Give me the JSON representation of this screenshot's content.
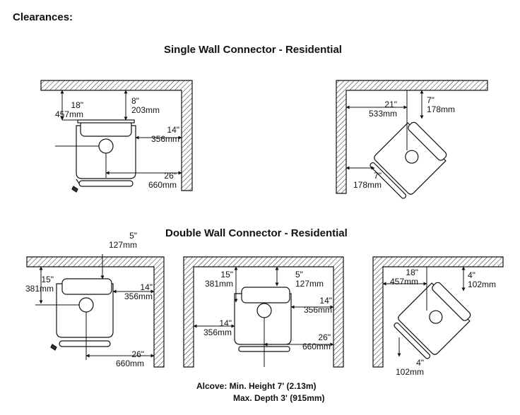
{
  "title": "Clearances:",
  "single": {
    "heading": "Single Wall Connector - Residential",
    "d1": {
      "a_in": "18\"",
      "a_mm": "457mm",
      "b_in": "8\"",
      "b_mm": "203mm",
      "c_in": "14\"",
      "c_mm": "356mm",
      "d_in": "26\"",
      "d_mm": "660mm"
    },
    "d2": {
      "a_in": "21\"",
      "a_mm": "533mm",
      "b_in": "7\"",
      "b_mm": "178mm",
      "c_in": "7\"",
      "c_mm": "178mm"
    }
  },
  "double": {
    "heading": "Double Wall Connector - Residential",
    "d3": {
      "a_in": "5\"",
      "a_mm": "127mm",
      "b_in": "15\"",
      "b_mm": "381mm",
      "c_in": "14\"",
      "c_mm": "356mm",
      "d_in": "26\"",
      "d_mm": "660mm"
    },
    "d4": {
      "a_in": "15\"",
      "a_mm": "381mm",
      "b_in": "5\"",
      "b_mm": "127mm",
      "c_in": "14\"",
      "c_mm": "356mm",
      "d_in": "14\"",
      "d_mm": "356mm",
      "e_in": "26\"",
      "e_mm": "660mm"
    },
    "d5": {
      "a_in": "18\"",
      "a_mm": "457mm",
      "b_in": "4\"",
      "b_mm": "102mm",
      "c_in": "4\"",
      "c_mm": "102mm"
    }
  },
  "alcove": {
    "line1": "Alcove: Min. Height  7' (2.13m)",
    "line2": "Max. Depth  3' (915mm)"
  }
}
